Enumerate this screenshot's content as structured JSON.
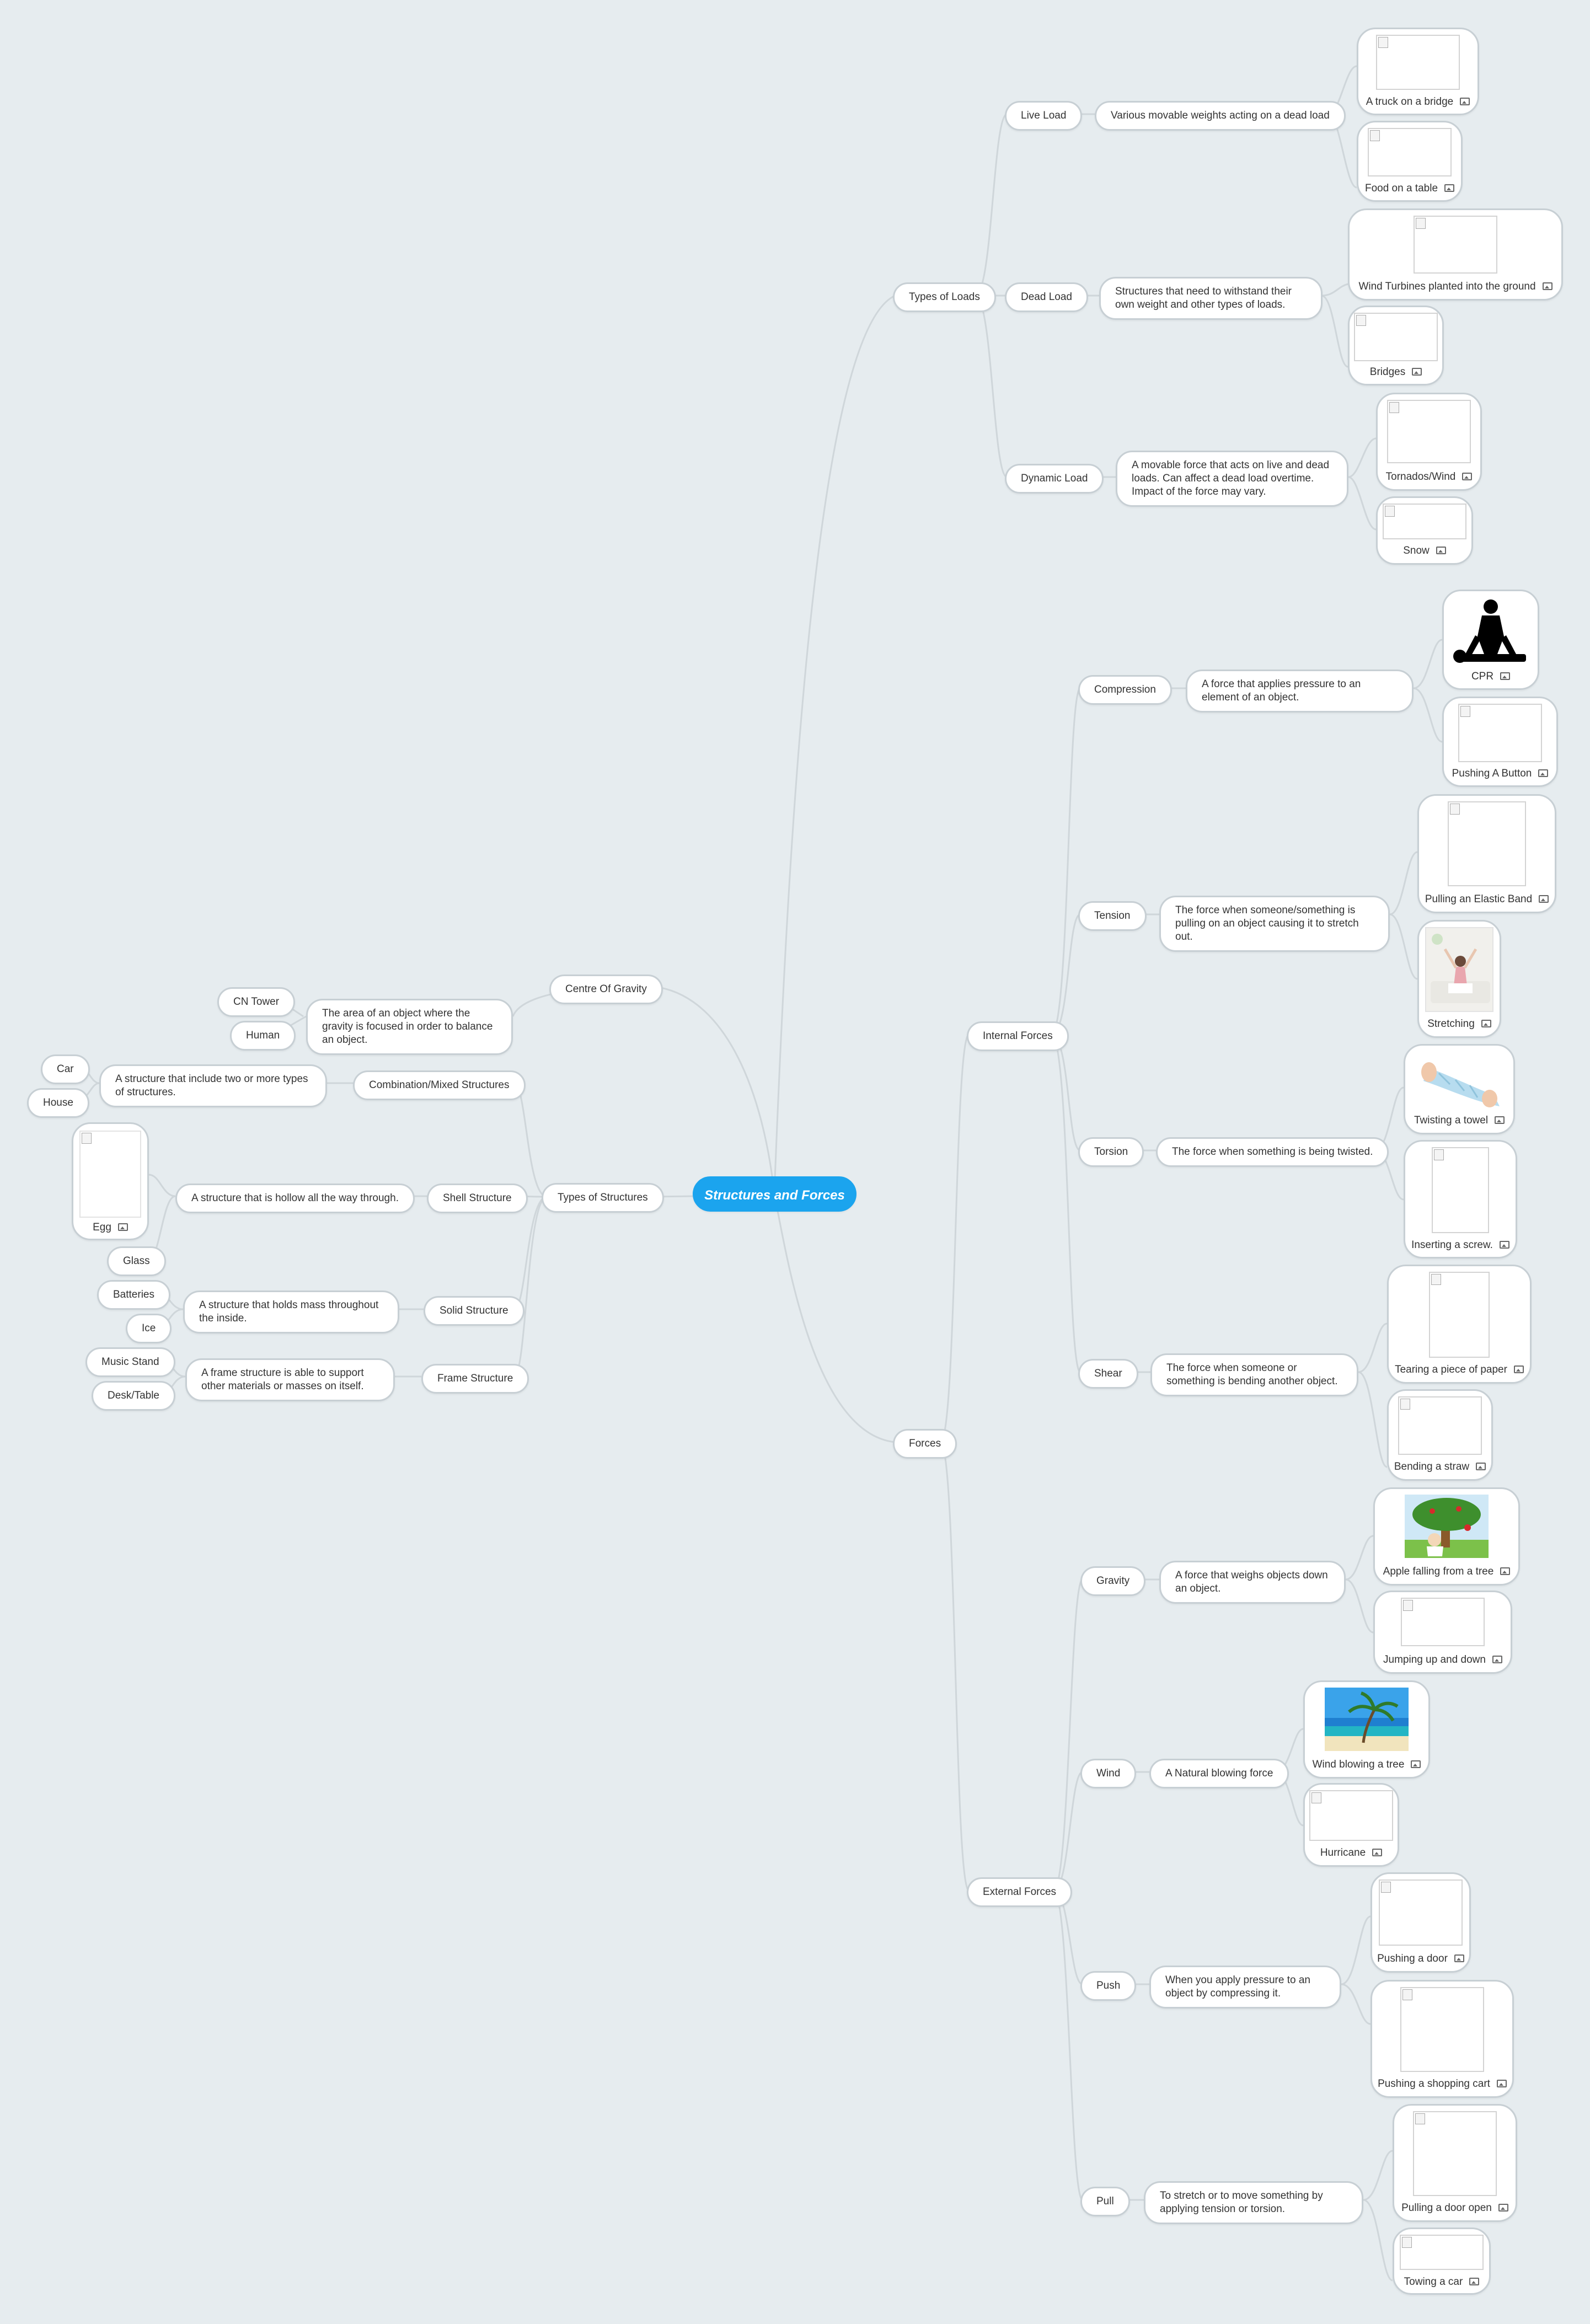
{
  "root": "Structures and Forces",
  "left": {
    "centre_of_gravity": {
      "label": "Centre Of Gravity",
      "desc": "The area of an object where the gravity is focused in order to balance an object.",
      "examples": [
        "CN Tower",
        "Human"
      ]
    },
    "types_of_structures": {
      "label": "Types of Structures",
      "combination": {
        "label": "Combination/Mixed Structures",
        "desc": "A structure that include two or more types of structures.",
        "examples": [
          "Car",
          "House"
        ]
      },
      "shell": {
        "label": "Shell Structure",
        "desc": "A structure that is hollow all the way through.",
        "egg": "Egg",
        "glass": "Glass"
      },
      "solid": {
        "label": "Solid Structure",
        "desc": "A structure that holds mass throughout the inside.",
        "examples": [
          "Batteries",
          "Ice"
        ]
      },
      "frame": {
        "label": "Frame Structure",
        "desc": "A frame structure is able to support other materials or masses on itself.",
        "examples": [
          "Music Stand",
          "Desk/Table"
        ]
      }
    }
  },
  "types_of_loads": {
    "label": "Types of Loads",
    "live": {
      "label": "Live Load",
      "desc": "Various movable weights acting on a dead load",
      "images": [
        "A truck on a bridge",
        "Food on a table"
      ]
    },
    "dead": {
      "label": "Dead Load",
      "desc": "Structures that need to withstand their own weight and other types of loads.",
      "images": [
        "Wind Turbines planted into the ground",
        "Bridges"
      ]
    },
    "dynamic": {
      "label": "Dynamic Load",
      "desc": "A movable force that acts on live and dead loads. Can affect a dead load overtime. Impact of the force may vary.",
      "images": [
        "Tornados/Wind",
        "Snow"
      ]
    }
  },
  "forces": {
    "label": "Forces",
    "internal": {
      "label": "Internal Forces",
      "compression": {
        "label": "Compression",
        "desc": "A force that applies pressure to an element of an object.",
        "images": [
          "CPR",
          "Pushing A Button"
        ]
      },
      "tension": {
        "label": "Tension",
        "desc": "The force when someone/something is pulling on an object causing it to stretch out.",
        "images": [
          "Pulling an Elastic Band",
          "Stretching"
        ]
      },
      "torsion": {
        "label": "Torsion",
        "desc": "The force when something is being twisted.",
        "images": [
          "Twisting a towel",
          "Inserting a screw."
        ]
      },
      "shear": {
        "label": "Shear",
        "desc": "The force when someone or something is bending another object.",
        "images": [
          "Tearing a piece of paper",
          "Bending a straw"
        ]
      }
    },
    "external": {
      "label": "External Forces",
      "gravity": {
        "label": "Gravity",
        "desc": "A force that weighs objects down an object.",
        "images": [
          "Apple falling from a tree",
          "Jumping up and down"
        ]
      },
      "wind": {
        "label": "Wind",
        "desc": "A Natural blowing force",
        "images": [
          "Wind blowing a tree",
          "Hurricane"
        ]
      },
      "push": {
        "label": "Push",
        "desc": "When you apply pressure to an object by compressing it.",
        "images": [
          "Pushing a door",
          "Pushing a shopping cart"
        ]
      },
      "pull": {
        "label": "Pull",
        "desc": "To stretch or to move something by applying tension or torsion.",
        "images": [
          "Pulling a door open",
          "Towing a car"
        ]
      }
    }
  },
  "colors": {
    "root_fill": "#1ba4ee",
    "node_border": "#c7cfd4",
    "line": "#cfd6da",
    "background": "#e6ecef"
  }
}
